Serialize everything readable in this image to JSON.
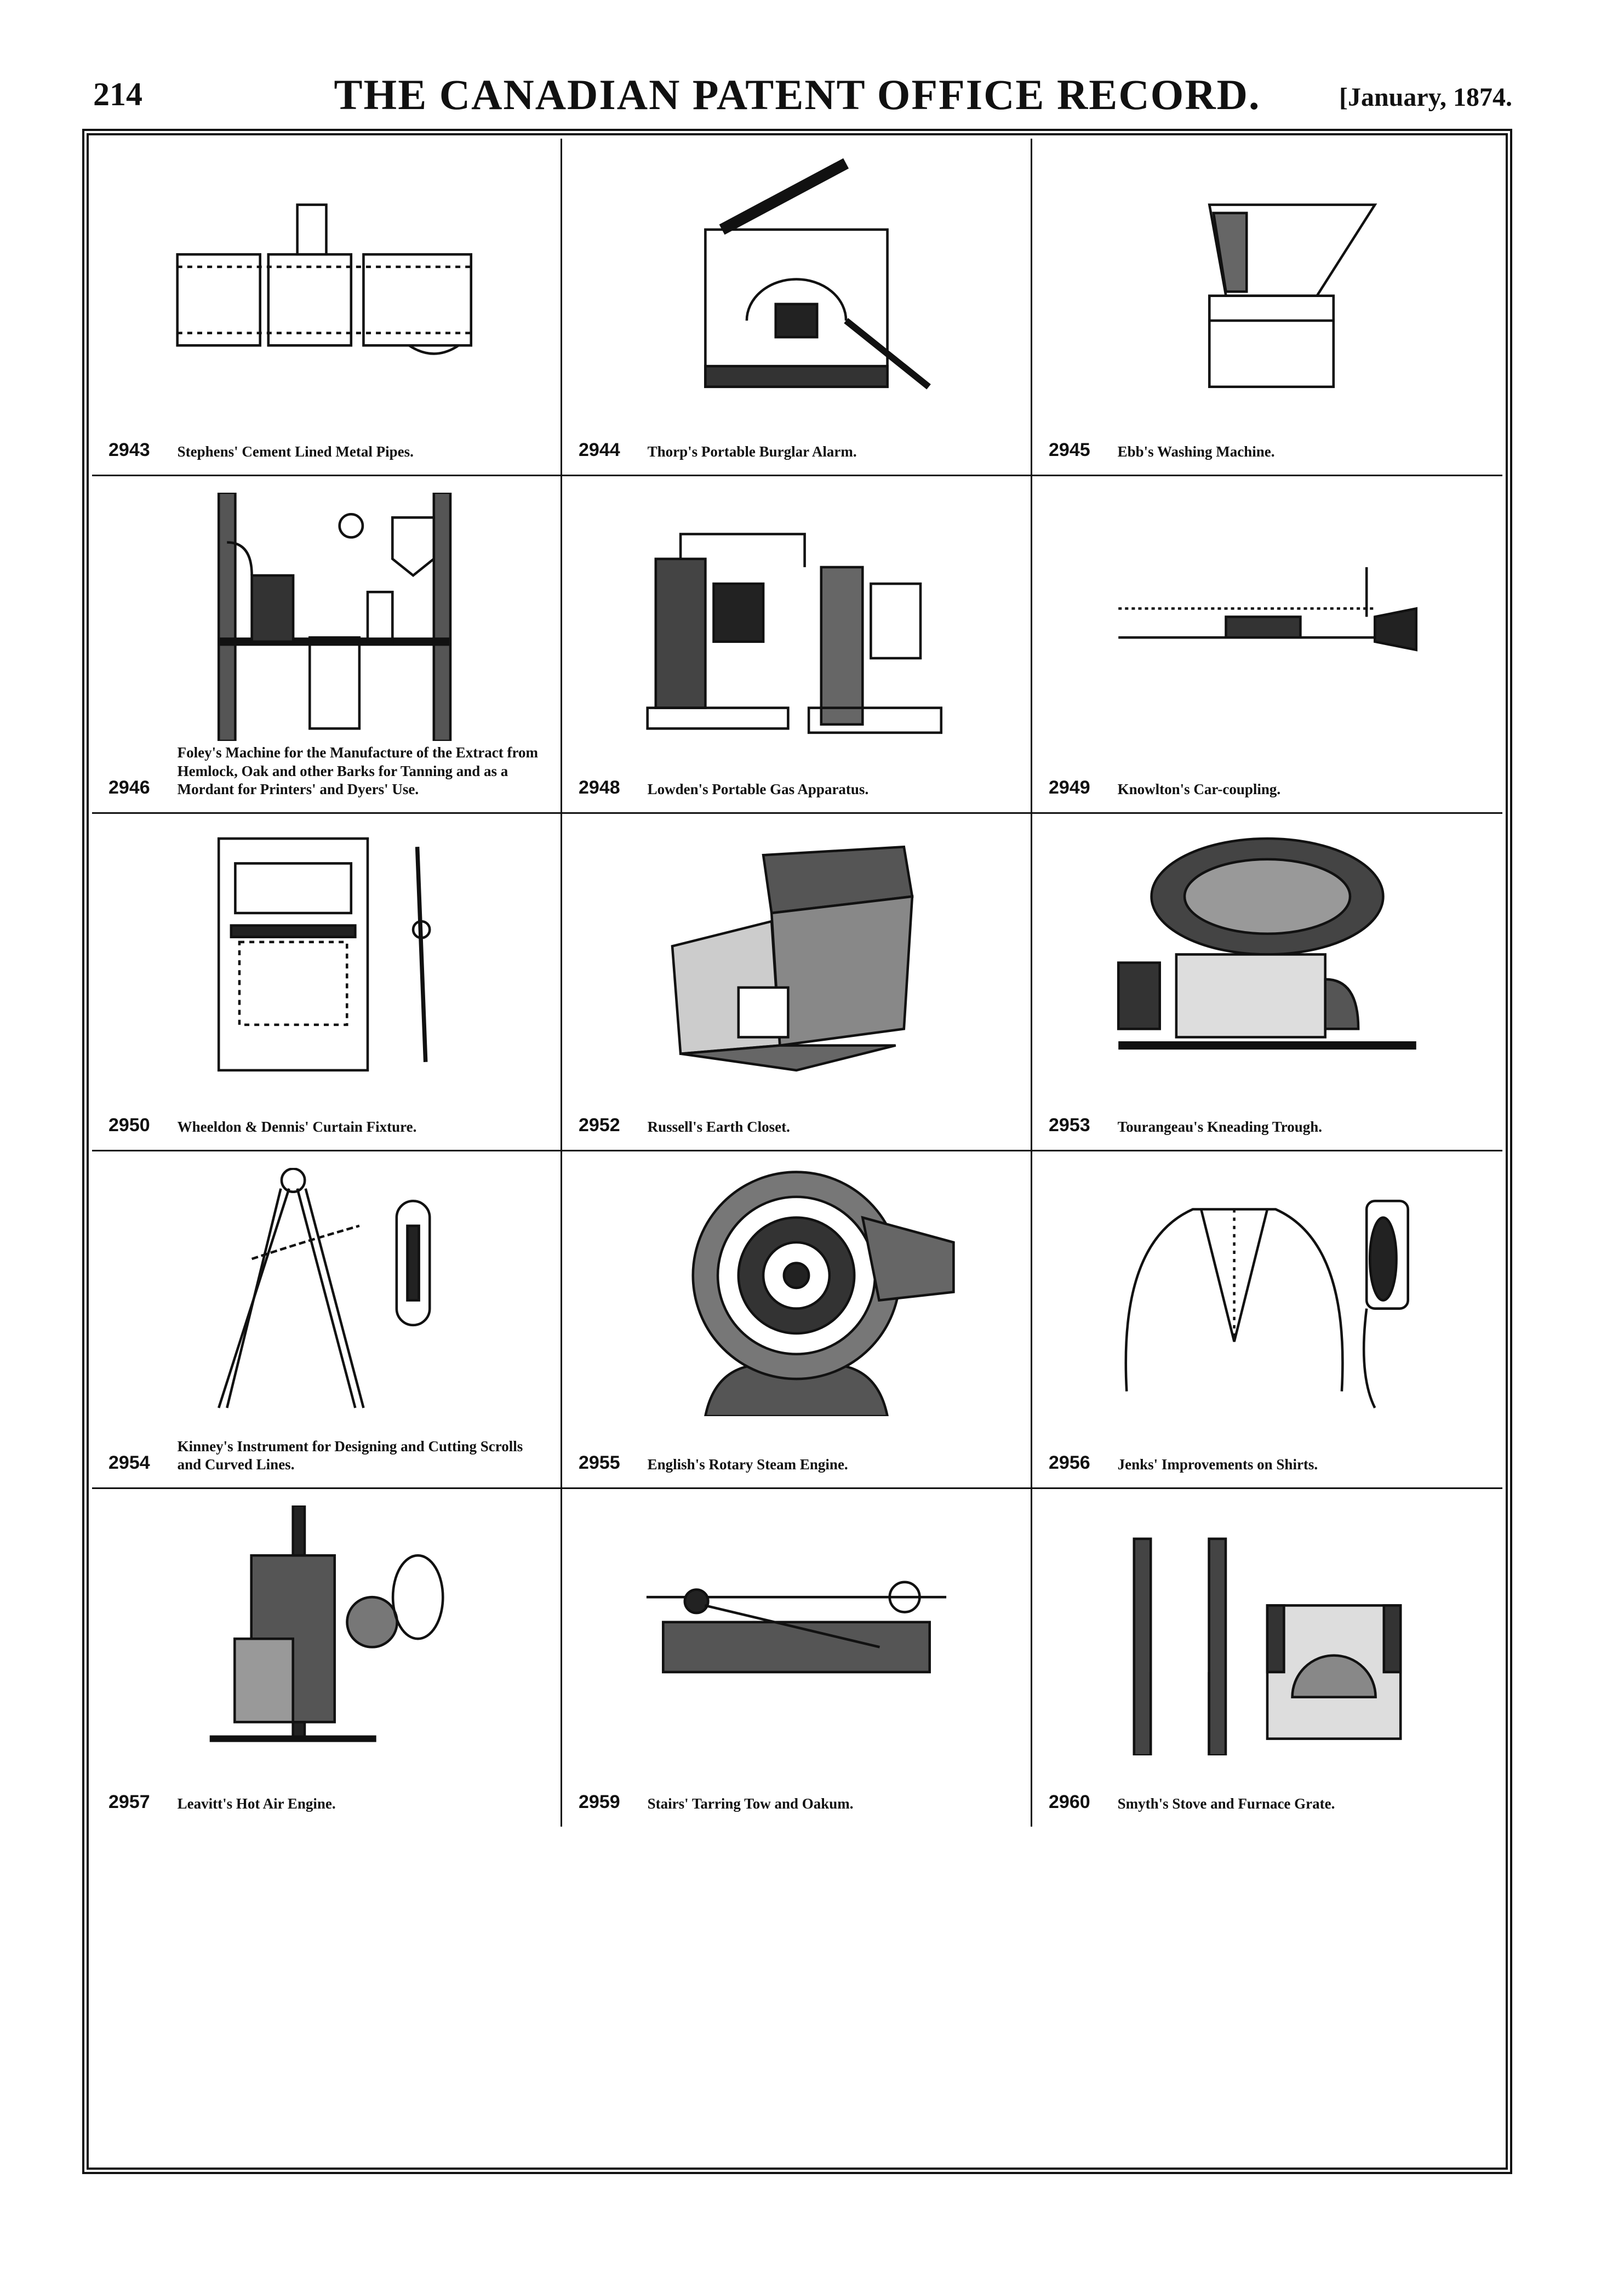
{
  "header": {
    "page_number": "214",
    "journal_title": "THE CANADIAN PATENT OFFICE RECORD.",
    "issue_date": "[January, 1874."
  },
  "patents": [
    {
      "number": "2943",
      "title": "Stephens' Cement Lined Metal Pipes."
    },
    {
      "number": "2944",
      "title": "Thorp's Portable Burglar Alarm."
    },
    {
      "number": "2945",
      "title": "Ebb's Washing Machine."
    },
    {
      "number": "2946",
      "title": "Foley's Machine for the Manufacture of the Extract from Hemlock, Oak and other Barks for Tanning and as a Mordant for Printers' and Dyers' Use."
    },
    {
      "number": "2948",
      "title": "Lowden's Portable Gas Apparatus."
    },
    {
      "number": "2949",
      "title": "Knowlton's Car-coupling."
    },
    {
      "number": "2950",
      "title": "Wheeldon & Dennis' Curtain Fixture."
    },
    {
      "number": "2952",
      "title": "Russell's Earth Closet."
    },
    {
      "number": "2953",
      "title": "Tourangeau's Kneading Trough."
    },
    {
      "number": "2954",
      "title": "Kinney's Instrument for Designing and Cutting Scrolls and Curved Lines."
    },
    {
      "number": "2955",
      "title": "English's Rotary Steam Engine."
    },
    {
      "number": "2956",
      "title": "Jenks' Improvements on Shirts."
    },
    {
      "number": "2957",
      "title": "Leavitt's Hot Air Engine."
    },
    {
      "number": "2959",
      "title": "Stairs' Tarring Tow and Oakum."
    },
    {
      "number": "2960",
      "title": "Smyth's Stove and Furnace Grate."
    }
  ]
}
